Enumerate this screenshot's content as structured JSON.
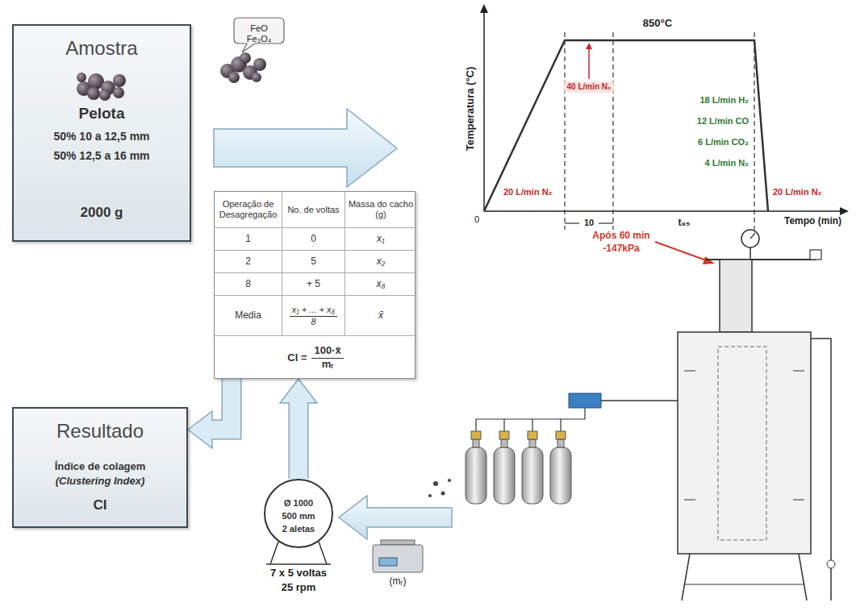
{
  "diagram": {
    "nodes": [
      {
        "text": [
          "Amostra",
          "Pelota",
          "50% 10 a 12,5 mm",
          "50% 12,5 a 16 mm",
          "2000 g"
        ]
      },
      {
        "text": [
          "FeO",
          "Fe₃O₄"
        ]
      },
      {
        "text": [
          "Operação de Desagregação",
          "No. de voltas",
          "Massa do cacho (g)",
          "1",
          "0",
          "x₁",
          "2",
          "5",
          "x₂",
          "8",
          "+ 5",
          "x₈",
          "Media",
          "x₁ + ... + x₈",
          "8",
          "x̄",
          "CI =",
          "100·x̄",
          "mᵣ"
        ]
      },
      {
        "text": [
          "Resultado",
          "Índice de colagem",
          "(Clustering Index)",
          "CI"
        ]
      },
      {
        "text": [
          "Ø 1000",
          "500 mm",
          "2 aletas"
        ]
      }
    ],
    "edges": [
      {
        "from": 4,
        "to": 2,
        "arrow": "to"
      },
      {
        "from": 2,
        "to": 3,
        "arrow": "to"
      }
    ],
    "labels": [
      "Temperatura (°C)",
      "850°C",
      "40 L/min N₂",
      "18 L/min H₂",
      "12 L/min CO",
      "6 L/min CO₂",
      "4 L/min N₂",
      "20 L/min N₂",
      "20 L/min N₂",
      "0",
      "10",
      "t₉₅",
      "Tempo (min)",
      "Após 60 min",
      "-147kPa",
      "(mᵣ)",
      "7 x 5 voltas",
      "25 rpm"
    ]
  }
}
